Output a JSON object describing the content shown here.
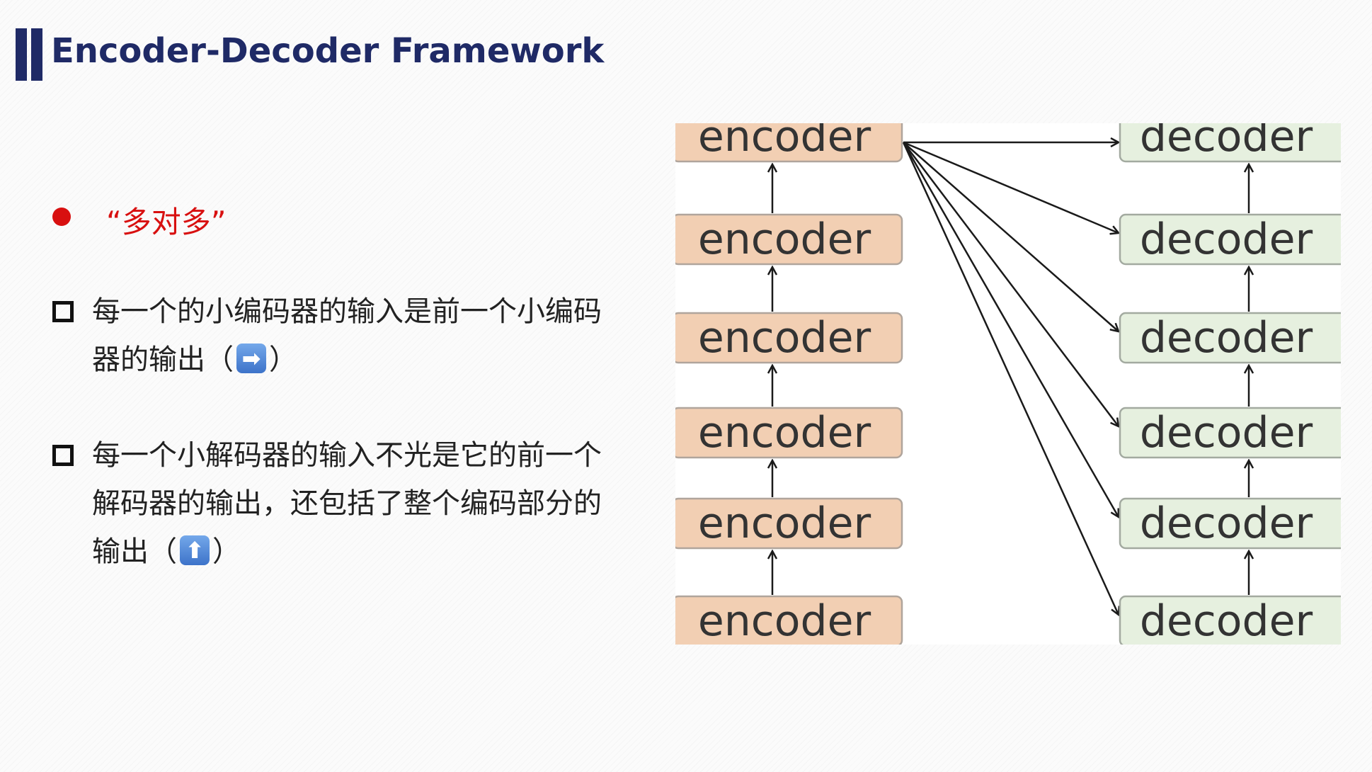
{
  "title": "Encoder-Decoder Framework",
  "heading": "“多对多”",
  "bullets": [
    {
      "lines": [
        "每一个的小编码器的输入是前一个小编码",
        "器的输出（",
        "）"
      ],
      "emoji": "➡"
    },
    {
      "lines": [
        "每一个小解码器的输入不光是它的前一个",
        "解码器的输出，还包括了整个编码部分的",
        "输出（",
        "）"
      ],
      "emoji": "⬆"
    }
  ],
  "diagram": {
    "encoder_label": "encoder",
    "decoder_label": "decoder",
    "encoders": [
      "encoder",
      "encoder",
      "encoder",
      "encoder",
      "encoder",
      "encoder"
    ],
    "decoders": [
      "decoder",
      "decoder",
      "decoder",
      "decoder",
      "decoder",
      "decoder"
    ],
    "colors": {
      "encoder_fill": "#f2cfb3",
      "encoder_stroke": "#b0a59c",
      "decoder_fill": "#e6f0df",
      "decoder_stroke": "#a3aaa0",
      "arrow": "#1a1a1a"
    }
  }
}
